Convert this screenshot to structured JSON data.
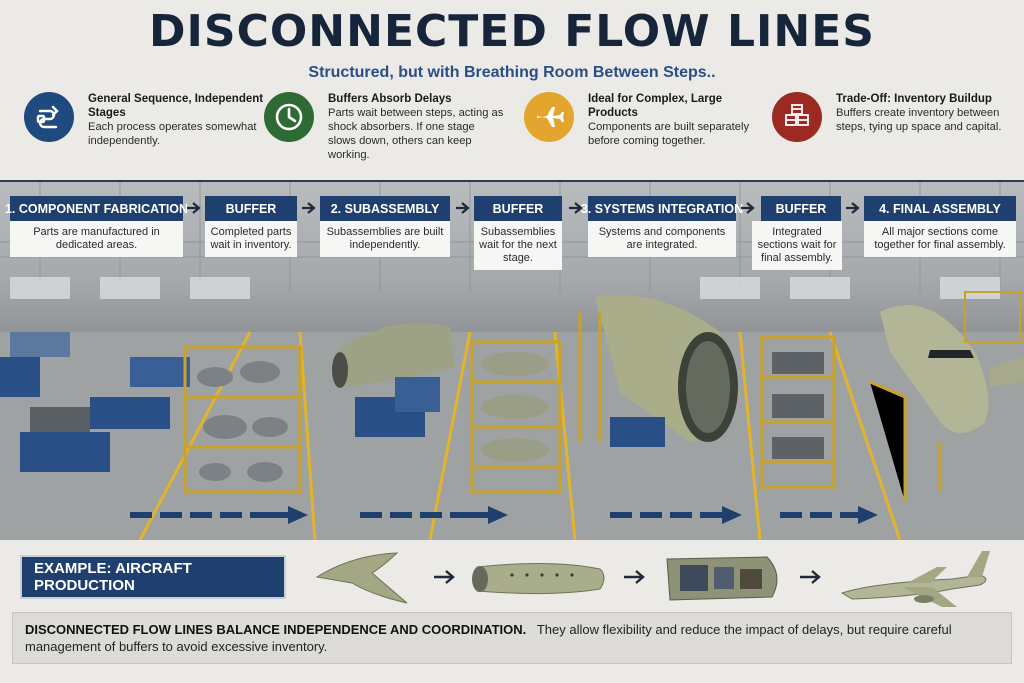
{
  "header": {
    "title": "DISCONNECTED FLOW LINES",
    "subtitle": "Structured, but with Breathing Room Between Steps.."
  },
  "features": [
    {
      "icon": "sequence-icon",
      "color": "#1f4a80",
      "title": "General Sequence, Independent Stages",
      "body": "Each process operates somewhat independently."
    },
    {
      "icon": "clock-icon",
      "color": "#2e6a34",
      "title": "Buffers Absorb Delays",
      "body": "Parts wait between steps, acting as shock absorbers. If one stage slows down, others can keep working."
    },
    {
      "icon": "airplane-icon",
      "color": "#e3a52d",
      "title": "Ideal for Complex, Large Products",
      "body": "Components are built separately before coming together."
    },
    {
      "icon": "boxes-icon",
      "color": "#9a2a22",
      "title": "Trade-Off: Inventory Buildup",
      "body": "Buffers create inventory between steps, tying up space and capital."
    }
  ],
  "stages": [
    {
      "label": "1. COMPONENT FABRICATION",
      "desc": "Parts are manufactured in dedicated areas."
    },
    {
      "label": "BUFFER",
      "desc": "Completed parts wait in inventory."
    },
    {
      "label": "2. SUBASSEMBLY",
      "desc": "Subassemblies are built independently."
    },
    {
      "label": "BUFFER",
      "desc": "Subassemblies wait for the next stage."
    },
    {
      "label": "3. SYSTEMS INTEGRATION",
      "desc": "Systems and components are integrated."
    },
    {
      "label": "BUFFER",
      "desc": "Integrated sections wait for final assembly."
    },
    {
      "label": "4. FINAL ASSEMBLY",
      "desc": "All major sections come together for final assembly."
    }
  ],
  "example": {
    "label": "EXAMPLE: AIRCRAFT PRODUCTION",
    "items": [
      "wing-component-icon",
      "fuselage-section-icon",
      "integrated-section-icon",
      "complete-aircraft-icon"
    ]
  },
  "summary": {
    "lead": "DISCONNECTED FLOW LINES BALANCE INDEPENDENCE AND COORDINATION.",
    "body": "They allow flexibility and reduce the impact of delays, but require careful management of buffers to avoid excessive inventory."
  },
  "colors": {
    "navy": "#1f3f6e",
    "title": "#17253b",
    "accent_yellow": "#e3b429",
    "fuselage_green": "#a9ad8a"
  }
}
